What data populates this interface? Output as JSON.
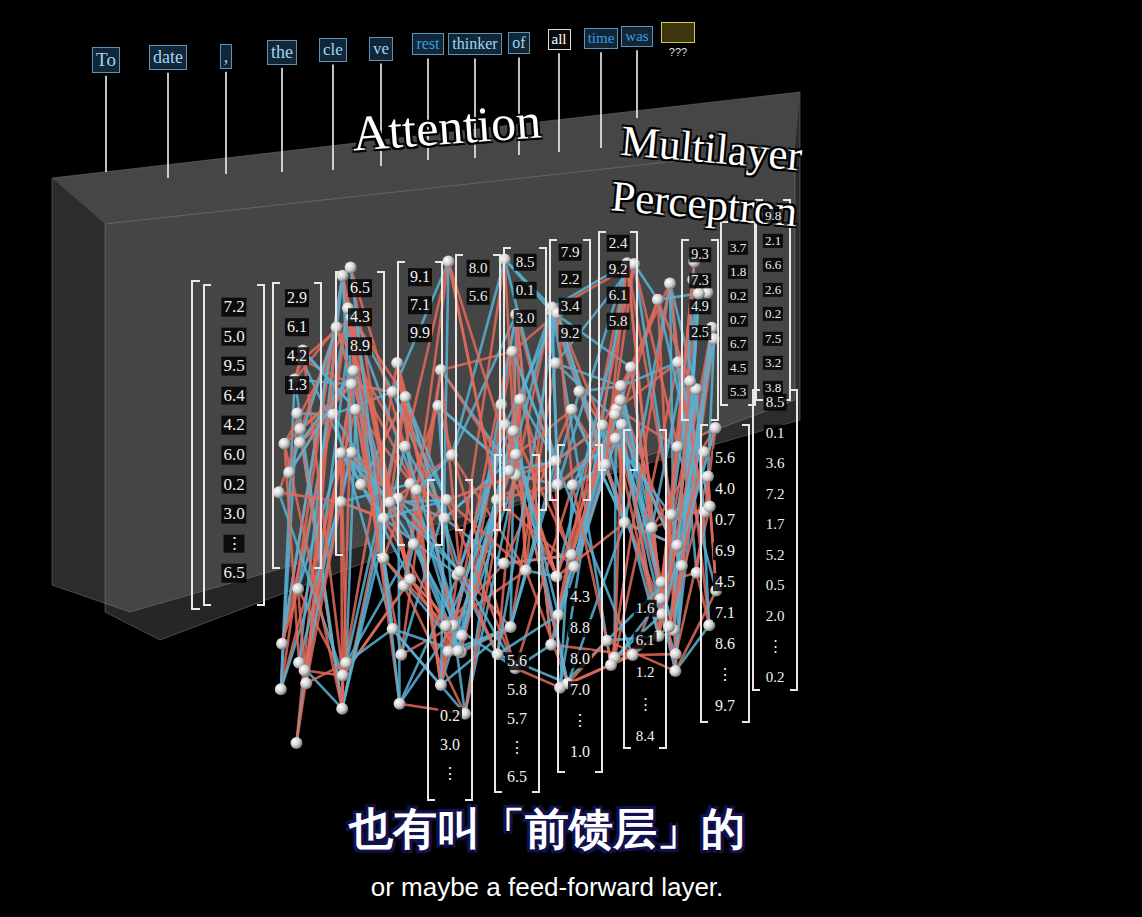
{
  "diagram": {
    "nodes": [
      {
        "text": [
          "To"
        ]
      },
      {
        "text": [
          "date"
        ]
      },
      {
        "text": [
          ","
        ]
      },
      {
        "text": [
          "the"
        ]
      },
      {
        "text": [
          "cle"
        ]
      },
      {
        "text": [
          "ve"
        ]
      },
      {
        "text": [
          "rest"
        ]
      },
      {
        "text": [
          "thinker"
        ]
      },
      {
        "text": [
          "of"
        ]
      },
      {
        "text": [
          "all"
        ]
      },
      {
        "text": [
          "time"
        ]
      },
      {
        "text": [
          "was"
        ]
      },
      {
        "text": [
          "???"
        ]
      }
    ],
    "labels": [
      "Attention",
      "Multilayer Perceptron",
      "7.2",
      "5.0",
      "9.5",
      "6.4",
      "4.2",
      "6.0",
      "0.2",
      "3.0",
      "⋮",
      "6.5",
      "2.9",
      "6.1",
      "4.2",
      "1.3",
      "6.5",
      "4.3",
      "8.9",
      "9.1",
      "7.1",
      "9.9",
      "8.0",
      "5.6",
      "8.5",
      "0.1",
      "3.0",
      "7.9",
      "2.2",
      "3.4",
      "9.2",
      "2.4",
      "9.2",
      "6.1",
      "5.8",
      "9.3",
      "7.3",
      "4.9",
      "2.5",
      "3.7",
      "1.8",
      "0.2",
      "0.7",
      "6.7",
      "4.5",
      "5.3",
      "9.8",
      "2.1",
      "6.6",
      "2.6",
      "0.2",
      "7.5",
      "3.2",
      "3.8",
      "0.2",
      "3.0",
      "⋮",
      "5.6",
      "5.8",
      "5.7",
      "⋮",
      "6.5",
      "4.3",
      "8.8",
      "8.0",
      "7.0",
      "⋮",
      "1.0",
      "1.6",
      "6.1",
      "1.2",
      "⋮",
      "8.4",
      "5.6",
      "4.0",
      "0.7",
      "6.9",
      "4.5",
      "7.1",
      "8.6",
      "⋮",
      "9.7",
      "8.5",
      "0.1",
      "3.6",
      "7.2",
      "1.7",
      "5.2",
      "0.5",
      "2.0",
      "⋮",
      "0.2",
      "也有叫「前馈层」的",
      "or maybe a feed-forward layer."
    ]
  }
}
